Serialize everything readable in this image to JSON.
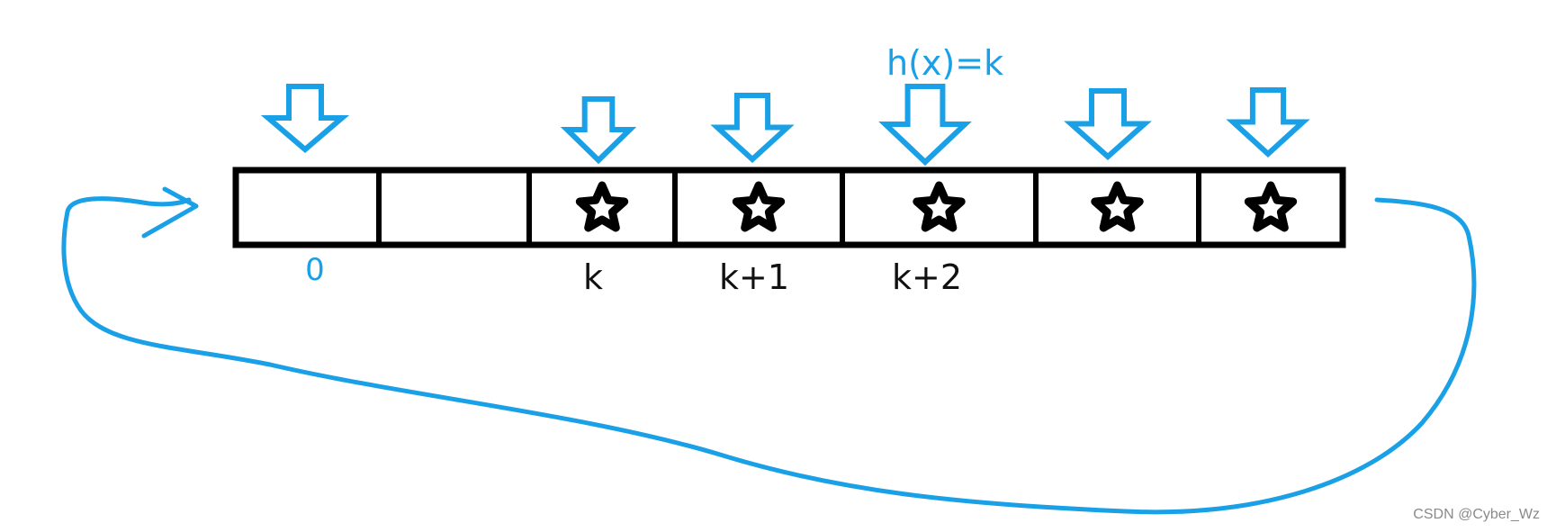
{
  "diagram": {
    "hash_label": "h(x)=k",
    "index_labels": [
      "0",
      "",
      "k",
      "k+1",
      "k+2",
      "",
      ""
    ],
    "cells": [
      {
        "occupied": false
      },
      {
        "occupied": false
      },
      {
        "occupied": true
      },
      {
        "occupied": true
      },
      {
        "occupied": true
      },
      {
        "occupied": true
      },
      {
        "occupied": true
      }
    ],
    "colors": {
      "accent": "#1aa0e6",
      "ink": "#000000",
      "index_zero": "#1aa0e6"
    },
    "icons": {
      "probe_arrow": "down-arrow-icon",
      "occupied_marker": "star-icon",
      "wraparound": "curved-wraparound-arrow"
    }
  },
  "watermark": "CSDN @Cyber_Wz"
}
